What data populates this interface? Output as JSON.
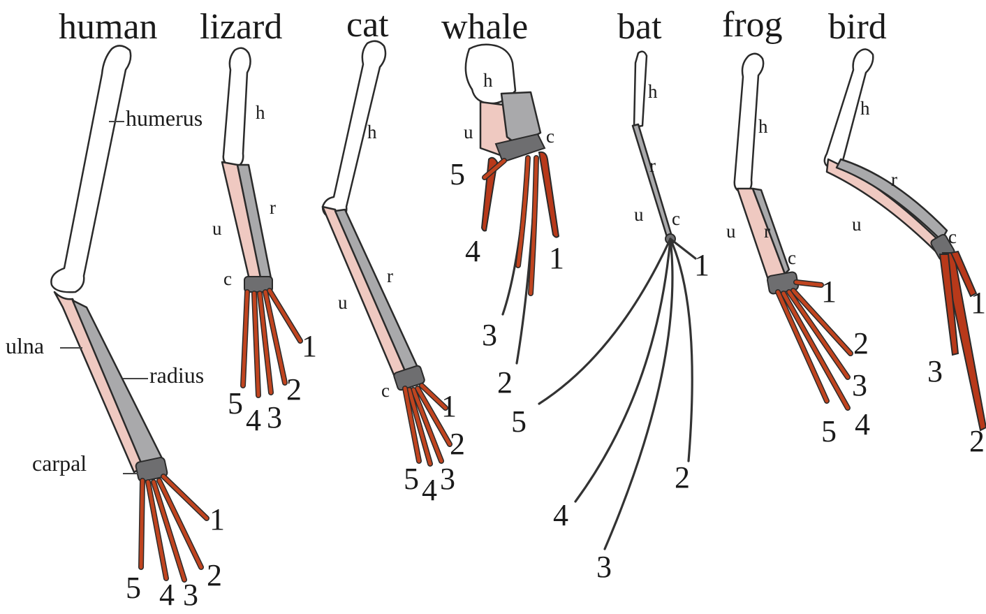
{
  "animals": [
    {
      "id": "human",
      "title": "human"
    },
    {
      "id": "lizard",
      "title": "lizard"
    },
    {
      "id": "cat",
      "title": "cat"
    },
    {
      "id": "whale",
      "title": "whale"
    },
    {
      "id": "bat",
      "title": "bat"
    },
    {
      "id": "frog",
      "title": "frog"
    },
    {
      "id": "bird",
      "title": "bird"
    }
  ],
  "bone_labels": {
    "humerus": "humerus",
    "ulna": "ulna",
    "radius": "radius",
    "carpal": "carpal",
    "h": "h",
    "u": "u",
    "r": "r",
    "c": "c"
  },
  "digits": {
    "human": [
      "1",
      "2",
      "3",
      "4",
      "5"
    ],
    "lizard": [
      "1",
      "2",
      "3",
      "4",
      "5"
    ],
    "cat": [
      "1",
      "2",
      "3",
      "4",
      "5"
    ],
    "whale": [
      "1",
      "2",
      "3",
      "4",
      "5"
    ],
    "bat": [
      "1",
      "2",
      "3",
      "4",
      "5"
    ],
    "frog": [
      "1",
      "2",
      "3",
      "4",
      "5"
    ],
    "bird": [
      "1",
      "2",
      "3"
    ]
  },
  "colors": {
    "humerus": "#ffffff",
    "ulna": "#efc9c1",
    "radius": "#a9a9ab",
    "carpals": "#6e6e70",
    "digits": "#c0441f"
  }
}
